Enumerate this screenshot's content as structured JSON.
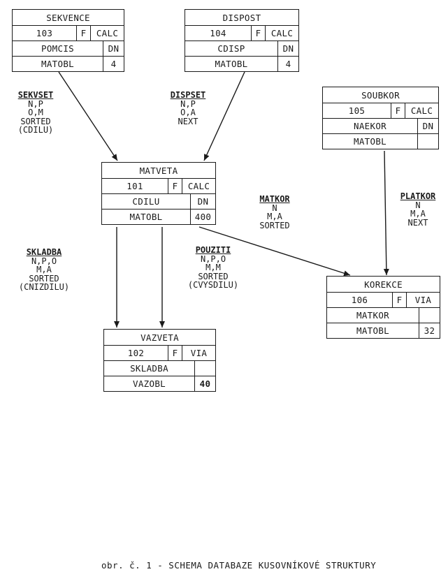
{
  "records": {
    "sekvence": {
      "name": "SEKVENCE",
      "id": "103",
      "flag": "F",
      "location": "CALC",
      "field": "POMCIS",
      "field_flag": "DN",
      "area": "MATOBL",
      "length": "4"
    },
    "dispost": {
      "name": "DISPOST",
      "id": "104",
      "flag": "F",
      "location": "CALC",
      "field": "CDISP",
      "field_flag": "DN",
      "area": "MATOBL",
      "length": "4"
    },
    "soubkor": {
      "name": "SOUBKOR",
      "id": "105",
      "flag": "F",
      "location": "CALC",
      "field": "NAEKOR",
      "field_flag": "DN",
      "area": "MATOBL",
      "length": ""
    },
    "matveta": {
      "name": "MATVETA",
      "id": "101",
      "flag": "F",
      "location": "CALC",
      "field": "CDILU",
      "field_flag": "DN",
      "area": "MATOBL",
      "length": "400"
    },
    "korekce": {
      "name": "KOREKCE",
      "id": "106",
      "flag": "F",
      "location": "VIA",
      "field": "MATKOR",
      "field_flag": "",
      "area": "MATOBL",
      "length": "32"
    },
    "vazveta": {
      "name": "VAZVETA",
      "id": "102",
      "flag": "F",
      "location": "VIA",
      "field": "SKLADBA",
      "field_flag": "",
      "area": "VAZOBL",
      "length": "40"
    }
  },
  "sets": {
    "sekvset": {
      "name": "SEKVSET",
      "lines": [
        "N,P",
        "O,M",
        "SORTED",
        "(CDILU)"
      ]
    },
    "dispset": {
      "name": "DISPSET",
      "lines": [
        "N,P",
        "O,A",
        "NEXT"
      ]
    },
    "matkor": {
      "name": "MATKOR",
      "lines": [
        "N",
        "M,A",
        "SORTED"
      ]
    },
    "platkor": {
      "name": "PLATKOR",
      "lines": [
        "N",
        "M,A",
        "NEXT"
      ]
    },
    "skladba": {
      "name": "SKLADBA",
      "lines": [
        "N,P,O",
        "M,A",
        "SORTED",
        "(CNIZDILU)"
      ]
    },
    "pouziti": {
      "name": "POUZITI",
      "lines": [
        "N,P,O",
        "M,M",
        "SORTED",
        "(CVYSDILU)"
      ]
    }
  },
  "caption": "obr. č. 1 - SCHEMA DATABAZE KUSOVNÍKOVÉ STRUKTURY"
}
